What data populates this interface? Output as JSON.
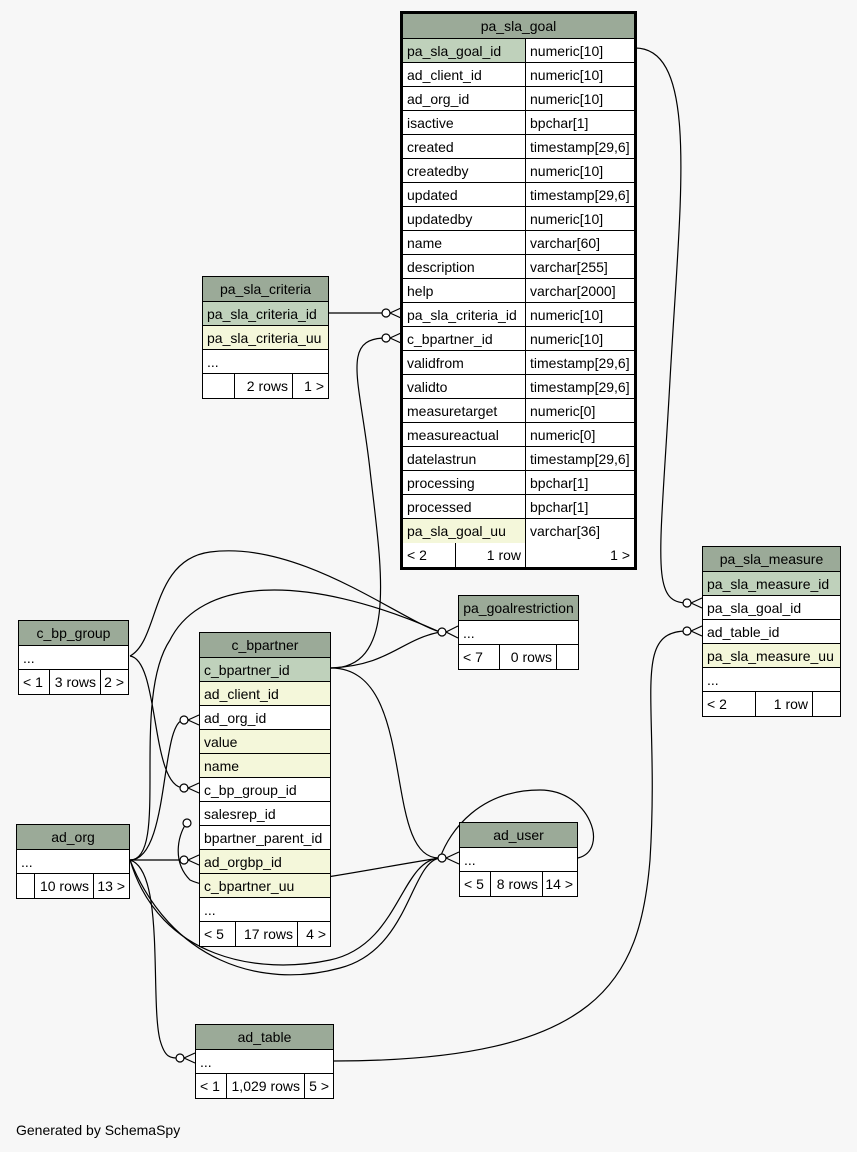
{
  "footer": "Generated by SchemaSpy",
  "tables": {
    "pa_sla_goal": {
      "name": "pa_sla_goal",
      "columns": [
        {
          "name": "pa_sla_goal_id",
          "type": "numeric[10]"
        },
        {
          "name": "ad_client_id",
          "type": "numeric[10]"
        },
        {
          "name": "ad_org_id",
          "type": "numeric[10]"
        },
        {
          "name": "isactive",
          "type": "bpchar[1]"
        },
        {
          "name": "created",
          "type": "timestamp[29,6]"
        },
        {
          "name": "createdby",
          "type": "numeric[10]"
        },
        {
          "name": "updated",
          "type": "timestamp[29,6]"
        },
        {
          "name": "updatedby",
          "type": "numeric[10]"
        },
        {
          "name": "name",
          "type": "varchar[60]"
        },
        {
          "name": "description",
          "type": "varchar[255]"
        },
        {
          "name": "help",
          "type": "varchar[2000]"
        },
        {
          "name": "pa_sla_criteria_id",
          "type": "numeric[10]"
        },
        {
          "name": "c_bpartner_id",
          "type": "numeric[10]"
        },
        {
          "name": "validfrom",
          "type": "timestamp[29,6]"
        },
        {
          "name": "validto",
          "type": "timestamp[29,6]"
        },
        {
          "name": "measuretarget",
          "type": "numeric[0]"
        },
        {
          "name": "measureactual",
          "type": "numeric[0]"
        },
        {
          "name": "datelastrun",
          "type": "timestamp[29,6]"
        },
        {
          "name": "processing",
          "type": "bpchar[1]"
        },
        {
          "name": "processed",
          "type": "bpchar[1]"
        },
        {
          "name": "pa_sla_goal_uu",
          "type": "varchar[36]"
        }
      ],
      "footer": [
        "< 2",
        "1 row",
        "1 >"
      ]
    },
    "pa_sla_criteria": {
      "name": "pa_sla_criteria",
      "columns": [
        "pa_sla_criteria_id",
        "pa_sla_criteria_uu",
        "..."
      ],
      "footer": [
        "",
        "2 rows",
        "1 >"
      ]
    },
    "pa_sla_measure": {
      "name": "pa_sla_measure",
      "columns": [
        "pa_sla_measure_id",
        "pa_sla_goal_id",
        "ad_table_id",
        "pa_sla_measure_uu",
        "..."
      ],
      "footer": [
        "< 2",
        "1 row",
        ""
      ]
    },
    "pa_goalrestriction": {
      "name": "pa_goalrestriction",
      "columns": [
        "..."
      ],
      "footer": [
        "< 7",
        "0 rows",
        ""
      ]
    },
    "c_bp_group": {
      "name": "c_bp_group",
      "columns": [
        "..."
      ],
      "footer": [
        "< 1",
        "3 rows",
        "2 >"
      ]
    },
    "c_bpartner": {
      "name": "c_bpartner",
      "columns": [
        "c_bpartner_id",
        "ad_client_id",
        "ad_org_id",
        "value",
        "name",
        "c_bp_group_id",
        "salesrep_id",
        "bpartner_parent_id",
        "ad_orgbp_id",
        "c_bpartner_uu",
        "..."
      ],
      "footer": [
        "< 5",
        "17 rows",
        "4 >"
      ]
    },
    "ad_org": {
      "name": "ad_org",
      "columns": [
        "..."
      ],
      "footer": [
        "",
        "10 rows",
        "13 >"
      ]
    },
    "ad_user": {
      "name": "ad_user",
      "columns": [
        "..."
      ],
      "footer": [
        "< 5",
        "8 rows",
        "14 >"
      ]
    },
    "ad_table": {
      "name": "ad_table",
      "columns": [
        "..."
      ],
      "footer": [
        "< 1",
        "1,029 rows",
        "5 >"
      ]
    }
  },
  "colors": {
    "header": "#9baa98",
    "primary_key": "#bfd1bb",
    "indexed": "#f4f7da",
    "background": "#f7f7f7"
  }
}
